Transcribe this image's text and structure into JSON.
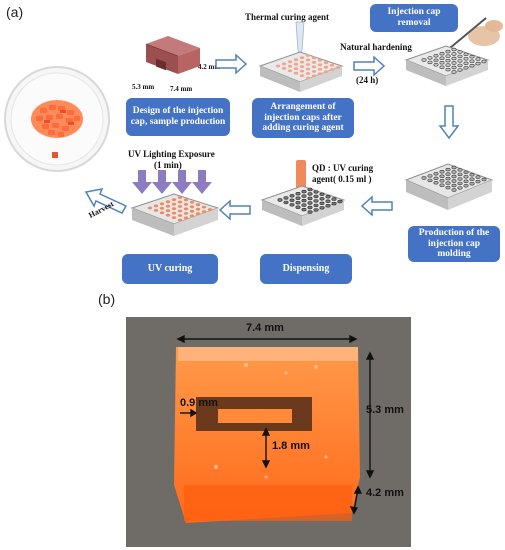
{
  "panel_a": {
    "label": "(a)",
    "top_labels": {
      "thermal_curing_agent": "Thermal curing agent",
      "natural_hardening": "Natural hardening",
      "hardening_time": "(24 h)",
      "dim_4_2": "4.2 mm",
      "dim_5_3": "5.3 mm",
      "dim_7_4": "7.4 mm"
    },
    "boxes": {
      "design": "Design of the injection cap, sample production",
      "arrangement": "Arrangement of injection caps after adding curing agent",
      "removal": "Injection cap removal",
      "production": "Production of the injection cap molding",
      "dispensing": "Dispensing",
      "uv_curing": "UV curing"
    },
    "uv_exposure_title": "UV Lighting Exposure",
    "uv_exposure_time": "(1 min)",
    "qd_label_line1": "QD : UV curing",
    "qd_label_line2": "agent( 0.15 ml )",
    "harvest": "Harvest"
  },
  "panel_b": {
    "label": "(b)",
    "dims": {
      "width": "7.4 mm",
      "height": "5.3 mm",
      "slot": "0.9 mm",
      "inner": "1.8 mm",
      "depth": "4.2 mm"
    }
  },
  "colors": {
    "box_blue": "#4472c4",
    "arrow_blue": "#4f81bd",
    "led_orange": "#ff7a3d",
    "photo_bg": "#6f6c67",
    "cap_orange": "#ff7a2a",
    "uv_purple": "#8e7cc3"
  }
}
